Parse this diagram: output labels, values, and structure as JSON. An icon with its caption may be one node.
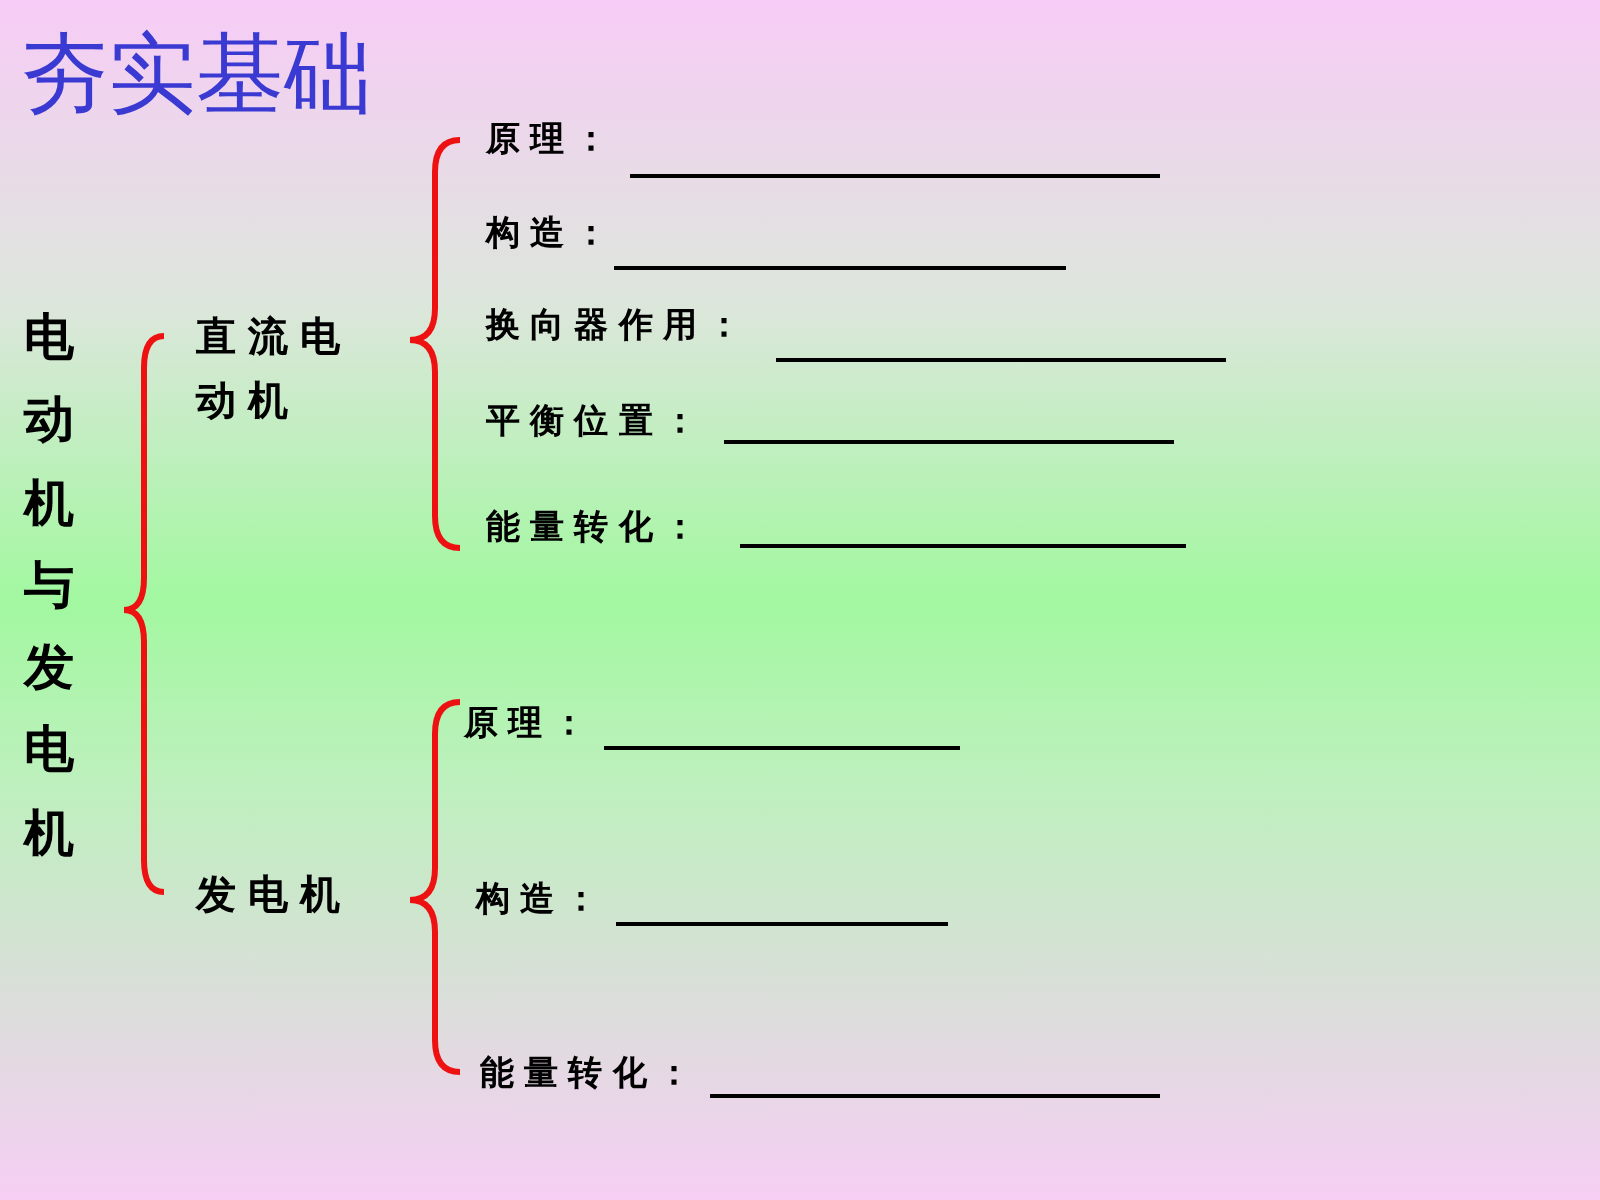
{
  "diagram": {
    "title": "夯实基础",
    "nodes": [
      {
        "text": [
          "电动机与发电机"
        ]
      },
      {
        "text": [
          "直流电动机"
        ]
      },
      {
        "text": [
          "原理："
        ]
      },
      {
        "text": [
          "构造："
        ]
      },
      {
        "text": [
          "换向器作用："
        ]
      },
      {
        "text": [
          "平衡位置："
        ]
      },
      {
        "text": [
          "能量转化："
        ]
      },
      {
        "text": [
          "发电机"
        ]
      },
      {
        "text": [
          "原理："
        ]
      },
      {
        "text": [
          "构造："
        ]
      },
      {
        "text": [
          "能量转化："
        ]
      }
    ]
  }
}
